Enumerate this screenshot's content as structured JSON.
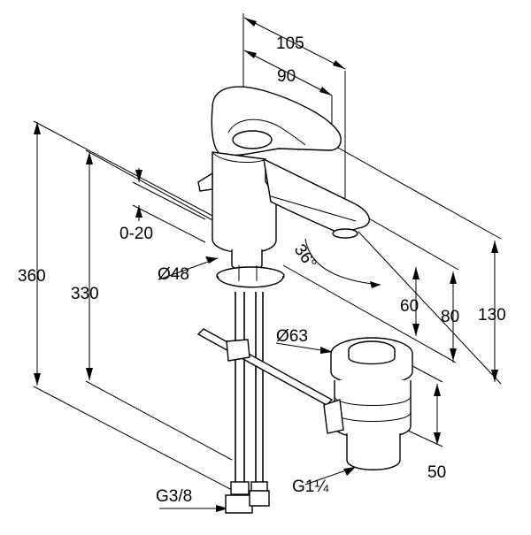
{
  "dimensions": {
    "width_105": "105",
    "width_90": "90",
    "height_360": "360",
    "height_330": "330",
    "lever_travel": "0-20",
    "diameter_48": "Ø48",
    "angle": "36°",
    "diameter_63": "Ø63",
    "height_60": "60",
    "height_80": "80",
    "height_130": "130",
    "height_50": "50",
    "thread_g38": "G3/8",
    "thread_g114": "G1¼"
  }
}
